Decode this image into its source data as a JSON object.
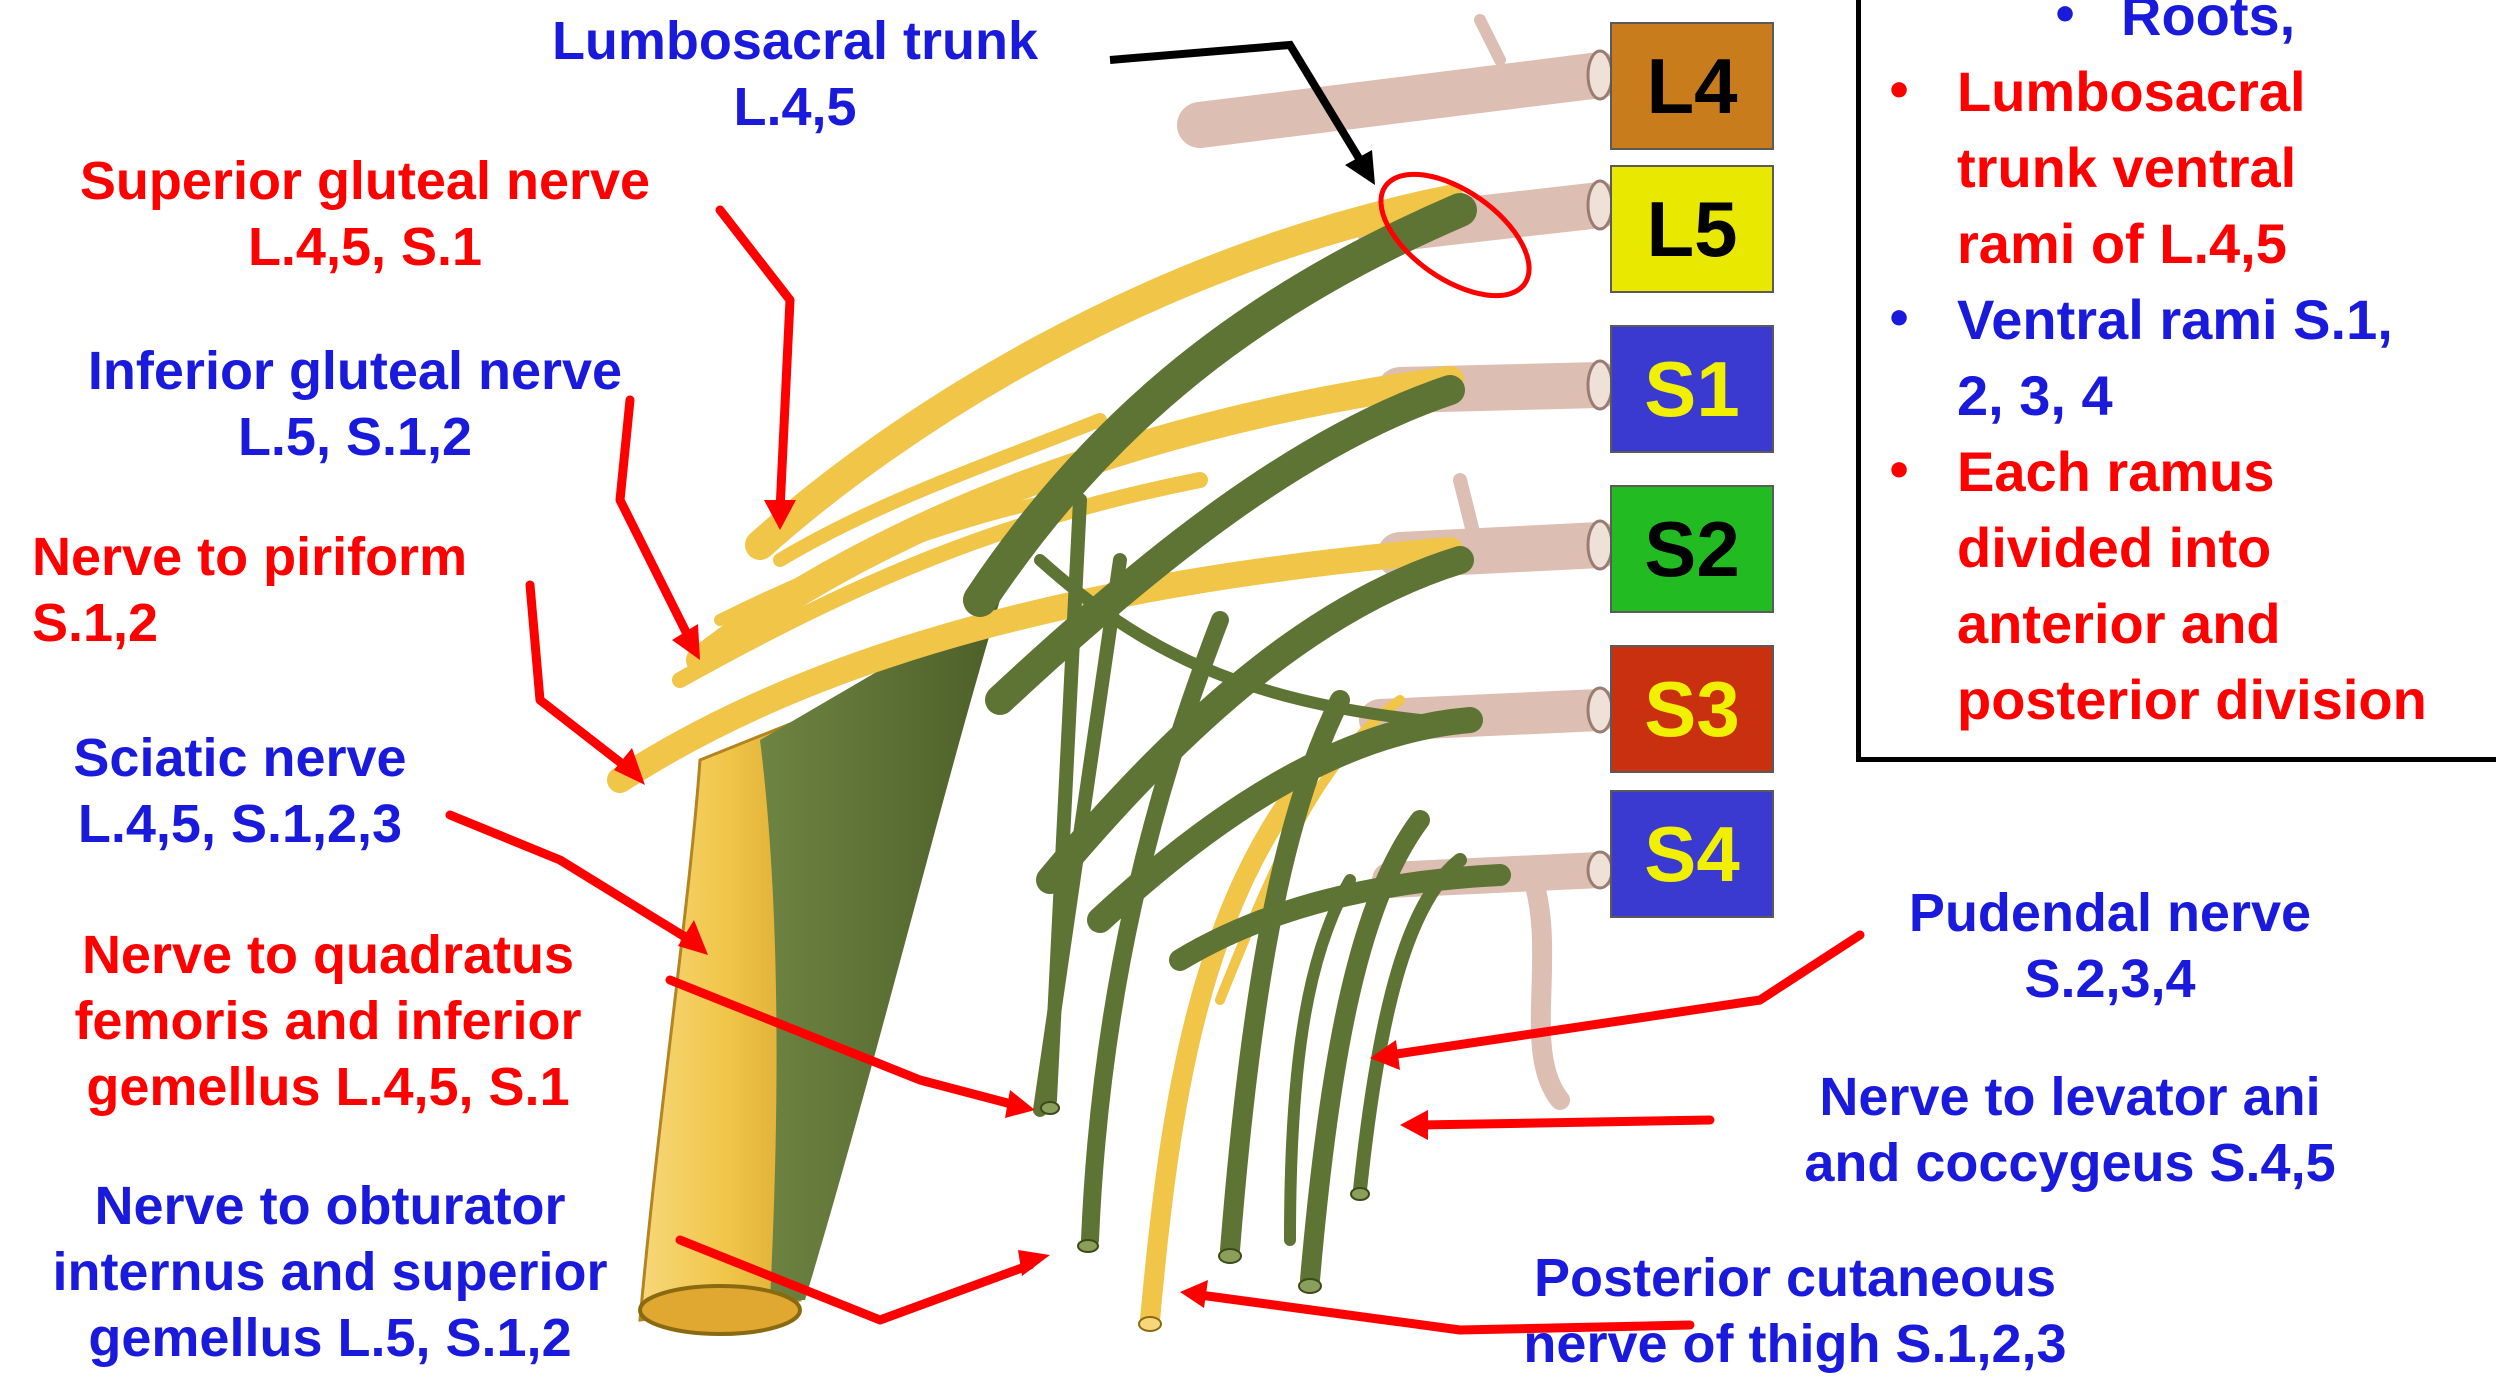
{
  "labels": {
    "lumbosacral_trunk": {
      "name": "Lumbosacral trunk",
      "roots": "L.4,5"
    },
    "superior_gluteal": {
      "name": "Superior gluteal nerve",
      "roots": "L.4,5, S.1"
    },
    "inferior_gluteal": {
      "name": "Inferior gluteal nerve",
      "roots": "L.5, S.1,2"
    },
    "nerve_piriform": {
      "name": "Nerve to piriform",
      "roots": "S.1,2"
    },
    "sciatic": {
      "name": "Sciatic nerve",
      "roots": "L.4,5, S.1,2,3"
    },
    "quadratus": {
      "line1": "Nerve to quadratus",
      "line2": "femoris and inferior",
      "line3": "gemellus  L.4,5, S.1"
    },
    "obturator": {
      "line1": "Nerve to obturator",
      "line2": "internus and superior",
      "line3": "gemellus  L.5, S.1,2"
    },
    "pudendal": {
      "name": "Pudendal nerve",
      "roots": "S.2,3,4"
    },
    "levator": {
      "line1": "Nerve to levator ani",
      "line2": "and coccygeus S.4,5"
    },
    "posterior_cutaneous": {
      "line1": "Posterior cutaneous",
      "line2": "nerve of thigh S.1,2,3"
    }
  },
  "segments": [
    {
      "label": "L4",
      "bg": "#c87c1c",
      "color": "#000000"
    },
    {
      "label": "L5",
      "bg": "#e8e800",
      "color": "#000000"
    },
    {
      "label": "S1",
      "bg": "#3a3ad0",
      "color": "#f0f000"
    },
    {
      "label": "S2",
      "bg": "#22bb22",
      "color": "#000000"
    },
    {
      "label": "S3",
      "bg": "#c83010",
      "color": "#f0f000"
    },
    {
      "label": "S4",
      "bg": "#3a3ad0",
      "color": "#f0f000"
    }
  ],
  "infobox": {
    "item1": "Roots,",
    "item2_l1": "Lumbosacral",
    "item2_l2": "trunk ventral",
    "item2_l3": "rami of L.4,5",
    "item3_l1": "Ventral rami S.1,",
    "item3_l2": "2, 3, 4",
    "item4_l1": "Each ramus",
    "item4_l2": "divided into",
    "item4_l3": "anterior and",
    "item4_l4": "posterior division"
  },
  "colors": {
    "label_red": "#ff0000",
    "label_blue": "#1a1adc",
    "nerve_yellow": "#f0c84a",
    "nerve_green": "#5e7434",
    "root_pink": "#e6c8bc",
    "arrow_red": "#ff0000"
  }
}
